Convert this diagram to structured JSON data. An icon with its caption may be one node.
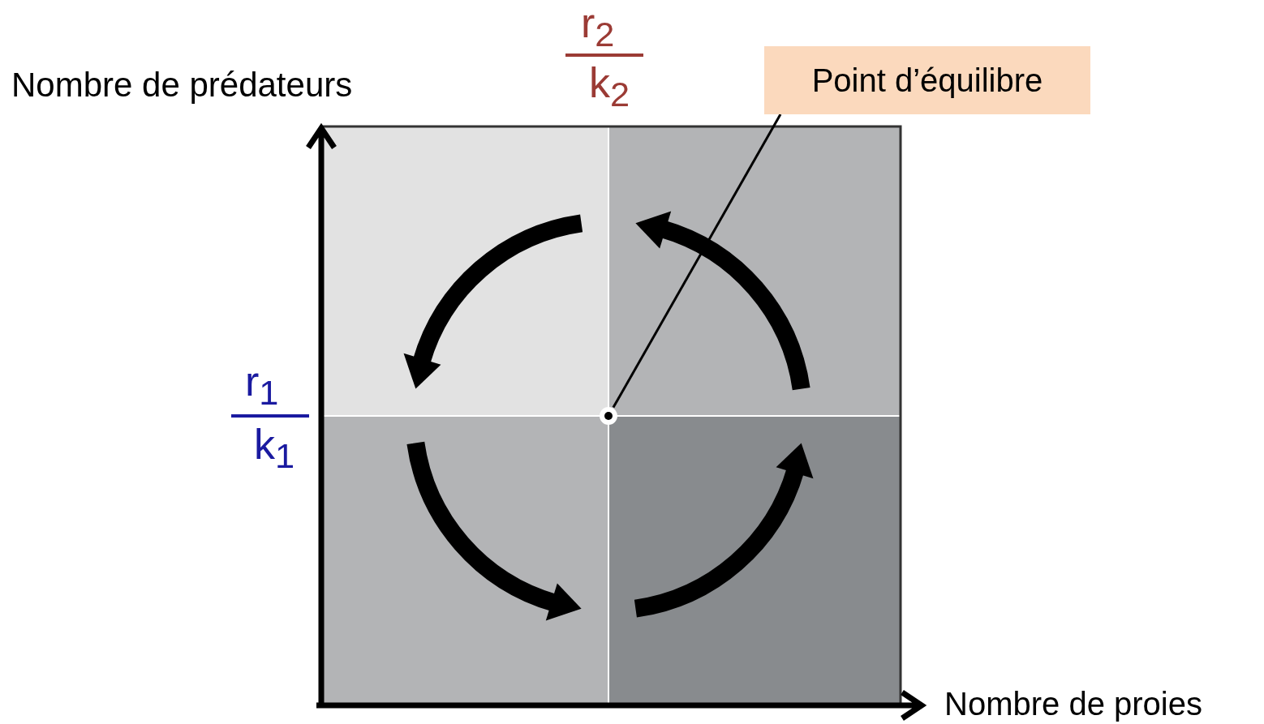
{
  "diagram": {
    "nodes": [
      {
        "text": [
          "Point d’équilibre"
        ]
      },
      {
        "text": [],
        "shape": "circle"
      }
    ],
    "edges": [
      {
        "from": 0,
        "to": 1,
        "arrow": "none"
      }
    ],
    "labels": [
      "r$_{2}$",
      "Nombre de prédateurs",
      "k$_{2}$",
      "r$_{1}$",
      "k$_{1}$",
      "Nombre de proies"
    ]
  }
}
